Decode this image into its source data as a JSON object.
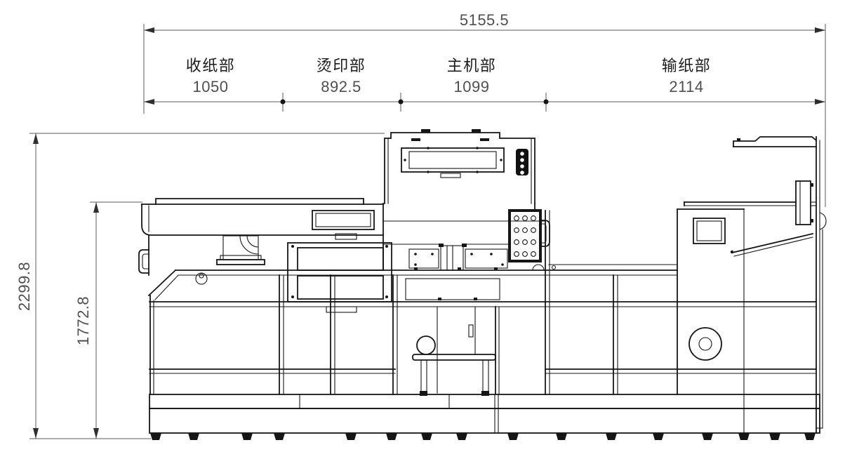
{
  "page": {
    "background": "#ffffff"
  },
  "dims": {
    "total": "5155.5",
    "height_overall": "2299.8",
    "height_table": "1772.8"
  },
  "sections": [
    {
      "name": "收纸部",
      "width": "1050"
    },
    {
      "name": "烫印部",
      "width": "892.5"
    },
    {
      "name": "主机部",
      "width": "1099"
    },
    {
      "name": "输纸部",
      "width": "2114"
    }
  ],
  "colors": {
    "line": "#161616",
    "dimension_line": "#5a5a5a",
    "text_primary": "#1b1b1b",
    "text_dimension": "#4f4f4f"
  }
}
